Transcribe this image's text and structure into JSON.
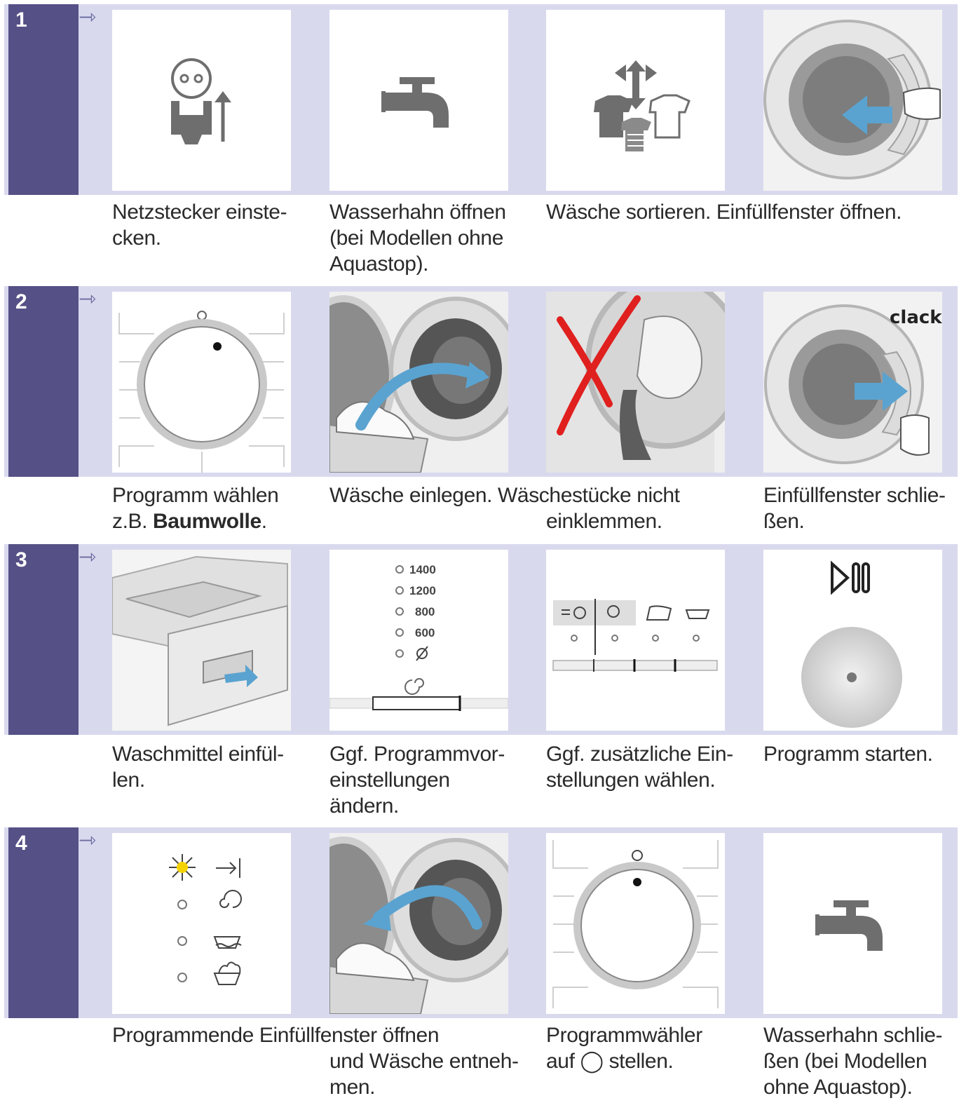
{
  "arrow_glyph": "⇾",
  "rows": [
    {
      "number": "1",
      "captions": [
        {
          "lines": [
            "Netzstecker einste-",
            "cken."
          ]
        },
        {
          "lines": [
            "Wasserhahn öffnen",
            "(bei Modellen ohne",
            "Aquastop)."
          ]
        },
        {
          "lines": [
            "Wäsche sortieren. Einfüllfenster öffnen."
          ]
        }
      ]
    },
    {
      "number": "2",
      "captions": [
        {
          "line1": "Programm wählen",
          "line2_prefix": "z.B. ",
          "line2_bold": "Baumwolle",
          "line2_suffix": "."
        },
        {
          "lines": [
            "Wäsche einlegen. Wäschestücke nicht",
            "einklemmen."
          ]
        },
        {
          "lines": [
            "Einfüllfenster schlie-",
            "ßen."
          ]
        }
      ],
      "card4_label": "clack"
    },
    {
      "number": "3",
      "captions": [
        {
          "lines": [
            "Waschmittel einfül-",
            "len."
          ]
        },
        {
          "lines": [
            "Ggf. Programmvor-",
            "einstellungen",
            "ändern."
          ]
        },
        {
          "lines": [
            "Ggf. zusätzliche Ein-",
            "stellungen wählen."
          ]
        },
        {
          "lines": [
            "Programm starten."
          ]
        }
      ],
      "spin_options": [
        "1400",
        "1200",
        "800",
        "600"
      ]
    },
    {
      "number": "4",
      "captions": [
        {
          "lines": [
            "Programmende Einfüllfenster öffnen",
            "und Wäsche entneh-",
            "men."
          ]
        },
        {
          "line1": "Programmwähler",
          "line2_prefix": "auf ",
          "line2_symbol": "◯",
          "line2_suffix": " stellen."
        },
        {
          "lines": [
            "Wasserhahn schlie-",
            "ßen (bei Modellen",
            "ohne Aquastop)."
          ]
        }
      ]
    }
  ],
  "colors": {
    "band": "#d9d9ee",
    "number_block": "#555186",
    "arrow": "#6b6ba0",
    "icon_gray": "#6e6e6e",
    "blue_arrow": "#5aa3d0",
    "red_x": "#e0201e",
    "led_yellow": "#f5d300"
  }
}
